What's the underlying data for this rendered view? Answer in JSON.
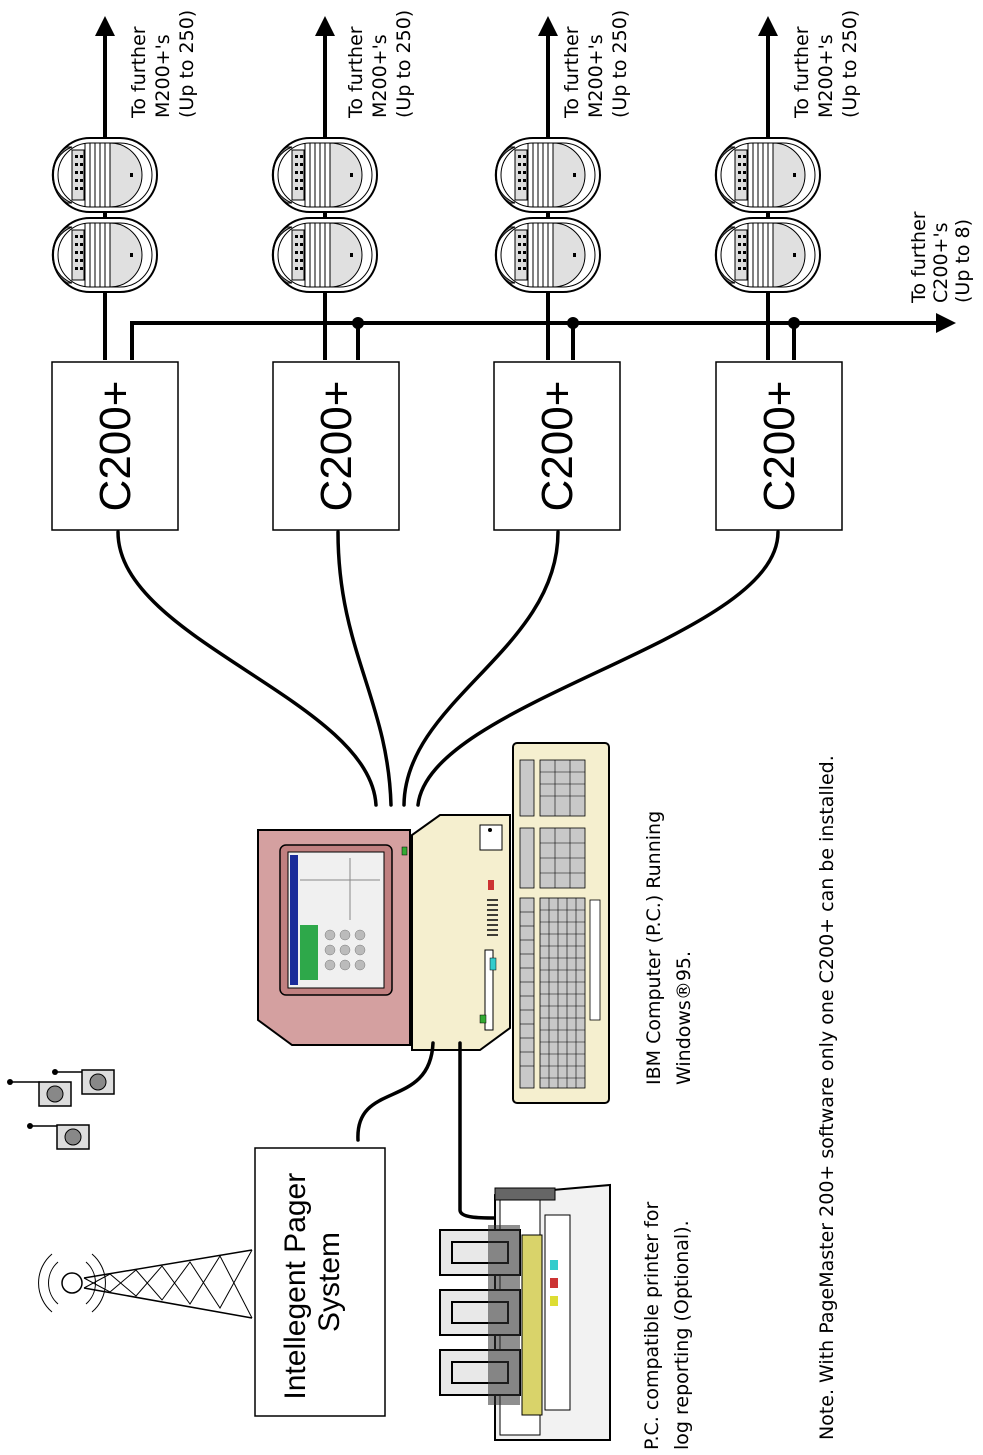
{
  "controllers": [
    {
      "label": "C200+"
    },
    {
      "label": "C200+"
    },
    {
      "label": "C200+"
    },
    {
      "label": "C200+"
    }
  ],
  "further_m200_label": [
    "To further",
    "M200+'s",
    "(Up to 250)"
  ],
  "further_c200_label": [
    "To further",
    "C200+'s",
    "(Up to 8)"
  ],
  "pager_system_label": [
    "Intellegent Pager",
    "System"
  ],
  "computer_label": [
    "IBM Computer (P.C.) Running",
    "Windows®95."
  ],
  "printer_label": [
    "P.C. compatible printer for",
    "log reporting (Optional)."
  ],
  "note": "Note. With PageMaster 200+ software only one C200+ can be installed.",
  "colors": {
    "monitor_case": "#d4a0a0",
    "computer_beige": "#f5efcf",
    "printer_paper": "#d9d36a",
    "key_gray": "#c8c8c8"
  }
}
